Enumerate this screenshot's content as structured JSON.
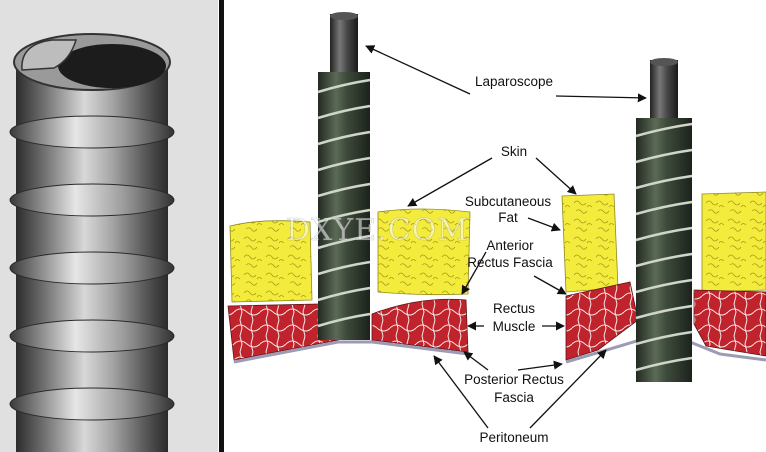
{
  "watermark": "DXYE.COM",
  "labels": {
    "laparoscope": "Laparoscope",
    "skin": "Skin",
    "subcutaneous_fat_1": "Subcutaneous",
    "subcutaneous_fat_2": "Fat",
    "anterior_fascia_1": "Anterior",
    "anterior_fascia_2": "Rectus Fascia",
    "rectus_muscle_1": "Rectus",
    "rectus_muscle_2": "Muscle",
    "posterior_fascia_1": "Posterior Rectus",
    "posterior_fascia_2": "Fascia",
    "peritoneum": "Peritoneum"
  },
  "colors": {
    "fat": "#f4ec3c",
    "muscle": "#c0232b",
    "cannula": "#3d4a3b",
    "scope": "#4a4a4a",
    "photo_bg": "#dedede"
  }
}
